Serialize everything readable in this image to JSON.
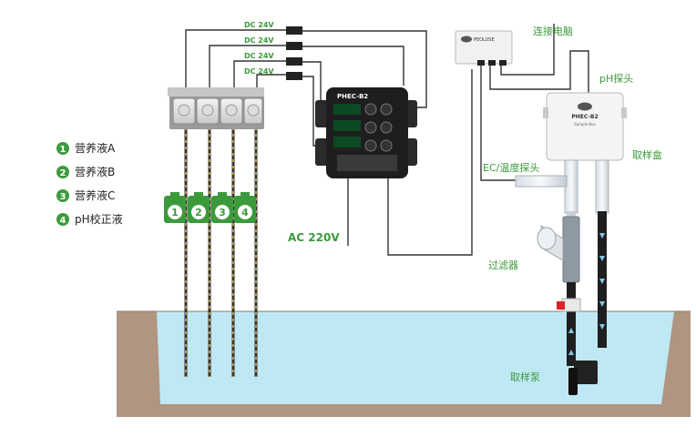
{
  "legend": [
    {
      "num": "1",
      "label": "营养液A"
    },
    {
      "num": "2",
      "label": "营养液B"
    },
    {
      "num": "3",
      "label": "营养液C"
    },
    {
      "num": "4",
      "label": "pH校正液"
    }
  ],
  "bottles": [
    "1",
    "2",
    "3",
    "4"
  ],
  "power_lines": [
    "DC 24V",
    "DC 24V",
    "DC 24V",
    "DC 24V"
  ],
  "labels": {
    "ac": "AC 220V",
    "computer": "连接电脑",
    "ph_probe": "pH探头",
    "ec_probe": "EC/温度探头",
    "sample_box": "取样盒",
    "filter": "过滤器",
    "pump": "取样泵"
  },
  "controller": {
    "brand": "PHEC-B2"
  },
  "hub": {
    "brand": "PEOLUSE"
  },
  "sample_device": {
    "model": "PHEC-B2",
    "sub": "Sample Box"
  },
  "colors": {
    "green": "#3c9a3c",
    "water": "#bfe8f5",
    "soil": "#b09580"
  }
}
